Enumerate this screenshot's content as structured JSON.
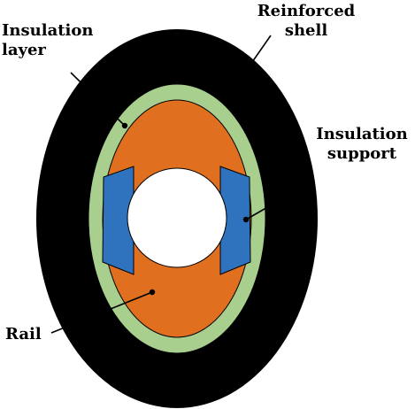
{
  "colors": {
    "shell": "#000000",
    "insulation_layer": "#a9cf8f",
    "rail": "#e0701f",
    "insulation_support": "#2f72be",
    "background": "#ffffff",
    "leader_line": "#000000"
  },
  "labels": {
    "insulation_layer": {
      "line1": "Insulation",
      "line2": "layer"
    },
    "reinforced_shell": {
      "line1": "Reinforced",
      "line2": "shell"
    },
    "insulation_support": {
      "line1": "Insulation",
      "line2": "support"
    },
    "rail": {
      "line1": "Rail"
    }
  }
}
